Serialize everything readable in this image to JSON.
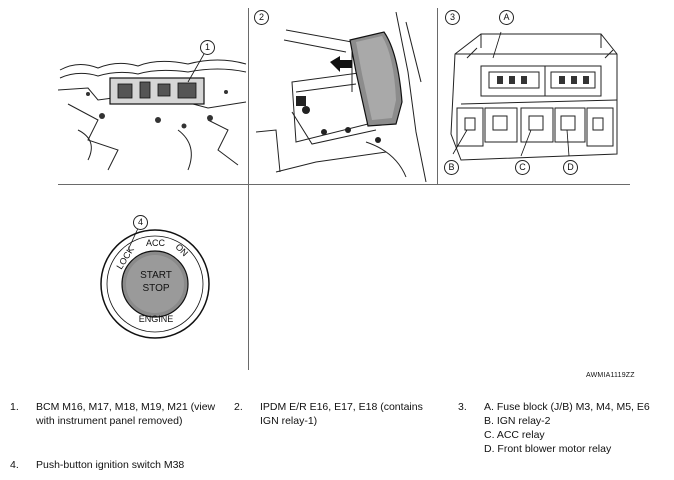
{
  "panels": {
    "p1": {
      "number": "1",
      "callout": "1"
    },
    "p2": {
      "number": "2"
    },
    "p3": {
      "number": "3",
      "callouts": [
        "A",
        "B",
        "C",
        "D"
      ]
    },
    "p4": {
      "callout": "4",
      "switch": {
        "lock": "LOCK",
        "acc": "ACC",
        "on": "ON",
        "start": "START",
        "stop": "STOP",
        "engine": "ENGINE"
      }
    }
  },
  "figure_id": "AWMIA1119ZZ",
  "legend": {
    "item1": {
      "num": "1.",
      "line1": "BCM M16, M17, M18, M19, M21 (view",
      "line2": "with instrument panel removed)"
    },
    "item2": {
      "num": "2.",
      "line1": "IPDM E/R E16, E17, E18 (contains",
      "line2": "IGN relay-1)"
    },
    "item3": {
      "num": "3.",
      "line1": "A. Fuse block (J/B) M3, M4, M5, E6",
      "line2": "B. IGN relay-2",
      "line3": "C. ACC relay",
      "line4": "D. Front blower motor relay"
    },
    "item4": {
      "num": "4.",
      "line1": "Push-button ignition switch M38"
    }
  }
}
